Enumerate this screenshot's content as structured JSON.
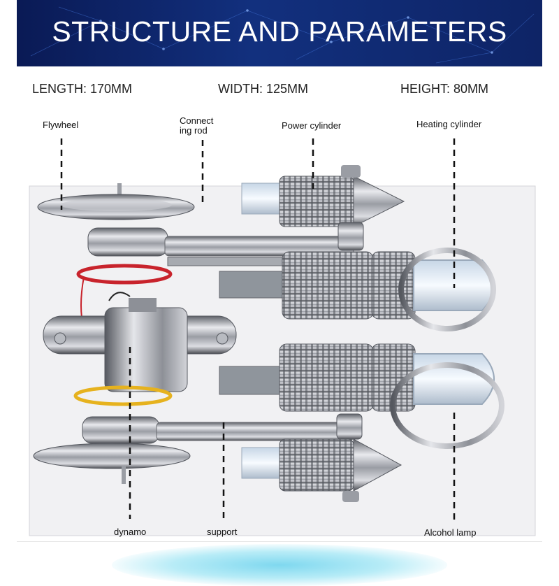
{
  "banner": {
    "title": "STRUCTURE AND PARAMETERS",
    "background_color": "#0e2466",
    "text_color": "#ffffff"
  },
  "dimensions": {
    "length": "LENGTH: 170MM",
    "width": "WIDTH: 125MM",
    "height": "HEIGHT: 80MM"
  },
  "callouts": {
    "flywheel": "Flywheel",
    "connecting_rod": "Connect\ning rod",
    "power_cylinder": "Power cylinder",
    "heating_cylinder": "Heating cylinder",
    "dynamo": "dynamo",
    "support": "support",
    "alcohol_lamp": "Alcohol lamp"
  },
  "colors": {
    "metal": "#b9bcc2",
    "metal_dark": "#6d7078",
    "base_plate": "#f1f1f3",
    "coil_red": "#c8232c",
    "coil_yellow": "#e6b21e"
  }
}
